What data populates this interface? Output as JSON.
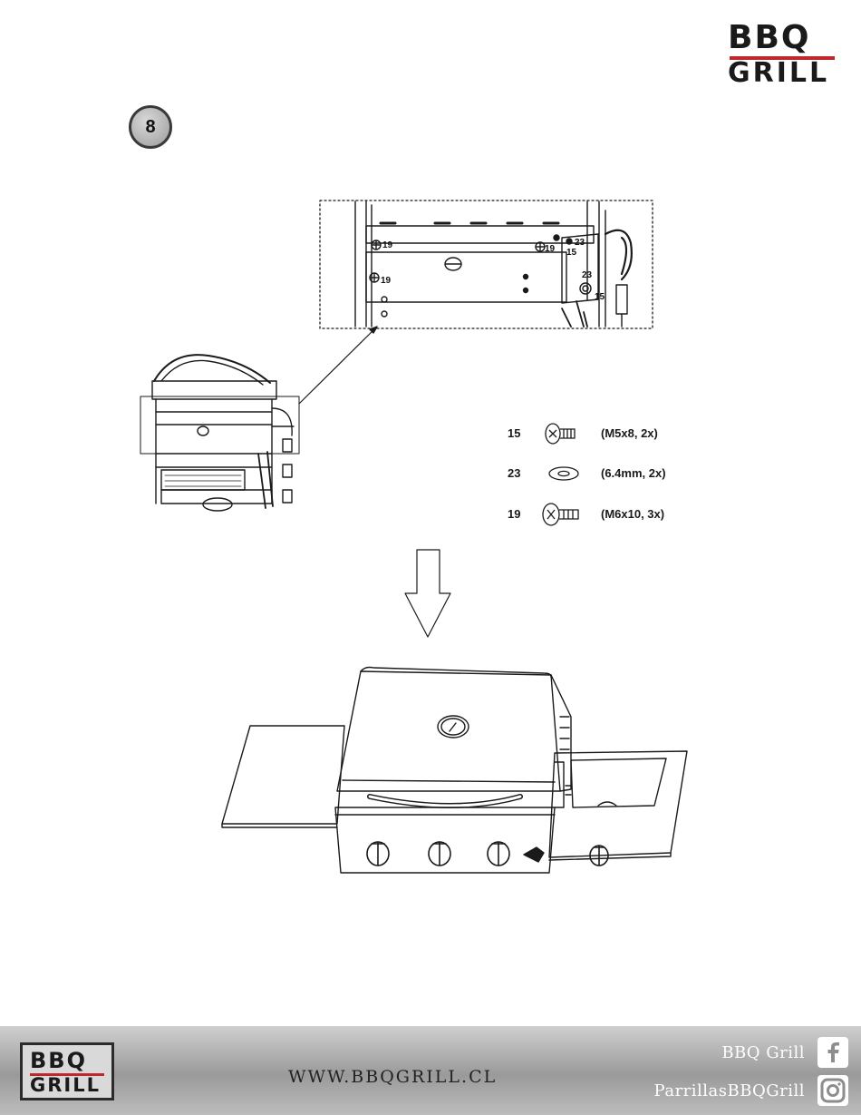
{
  "header": {
    "logo_line1": "BBQ",
    "logo_line2": "GRILL"
  },
  "step": {
    "number": "8"
  },
  "callouts": {
    "c19a": "19",
    "c19b": "19",
    "c19c": "19",
    "c23a": "23",
    "c15a": "15",
    "c23b": "23",
    "c15b": "15"
  },
  "hardware": [
    {
      "number": "15",
      "spec": "(M5x8,   2x)",
      "icon": "screw-icon"
    },
    {
      "number": "23",
      "spec": "(6.4mm, 2x)",
      "icon": "washer-icon"
    },
    {
      "number": "19",
      "spec": "(M6x10, 3x)",
      "icon": "screw-icon"
    }
  ],
  "footer": {
    "logo_line1": "BBQ",
    "logo_line2": "GRILL",
    "website": "WWW.BBQGRILL.CL",
    "facebook_name": "BBQ Grill",
    "instagram_name": "ParrillasBBQGrill",
    "facebook_icon": "facebook-icon",
    "instagram_icon": "instagram-icon"
  },
  "colors": {
    "accent": "#c0272d",
    "ink": "#1a1a1a"
  }
}
